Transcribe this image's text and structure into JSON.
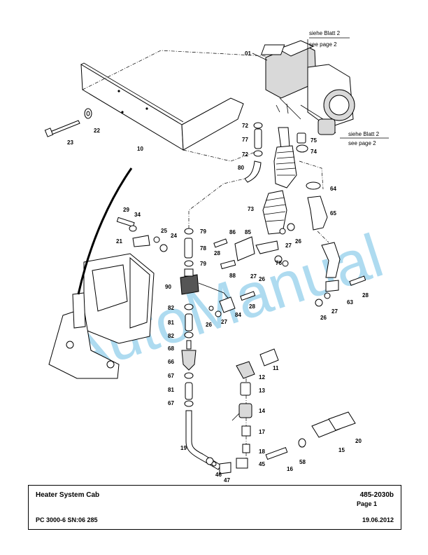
{
  "title_block": {
    "title": "Heater System Cab",
    "doc_number": "485-2030b",
    "page": "Page 1",
    "model": "PC 3000-6 SN:06 285",
    "date": "19.06.2012"
  },
  "references": {
    "top_de": "siehe Blatt 2",
    "top_en": "see page 2",
    "mid_de": "siehe Blatt 2",
    "mid_en": "see page 2"
  },
  "watermark": "AutoManual",
  "callouts": {
    "c01": "01",
    "c10": "10",
    "c11": "11",
    "c12": "12",
    "c13": "13",
    "c14": "14",
    "c15": "15",
    "c16": "16",
    "c17": "17",
    "c18": "18",
    "c19": "19",
    "c20": "20",
    "c21": "21",
    "c22": "22",
    "c23": "23",
    "c24": "24",
    "c25": "25",
    "c26a": "26",
    "c26b": "26",
    "c26c": "26",
    "c26d": "26",
    "c27a": "27",
    "c27b": "27",
    "c27c": "27",
    "c27d": "27",
    "c28a": "28",
    "c28b": "28",
    "c28c": "28",
    "c29": "29",
    "c34": "34",
    "c45": "45",
    "c46": "46",
    "c47": "47",
    "c58": "58",
    "c63": "63",
    "c64": "64",
    "c65": "65",
    "c66": "66",
    "c67a": "67",
    "c67b": "67",
    "c68": "68",
    "c72a": "72",
    "c72b": "72",
    "c73": "73",
    "c74": "74",
    "c75": "75",
    "c76": "76",
    "c77": "77",
    "c78": "78",
    "c79a": "79",
    "c79b": "79",
    "c80": "80",
    "c81a": "81",
    "c81b": "81",
    "c82a": "82",
    "c82b": "82",
    "c84": "84",
    "c85": "85",
    "c86": "86",
    "c88": "88",
    "c90": "90"
  }
}
